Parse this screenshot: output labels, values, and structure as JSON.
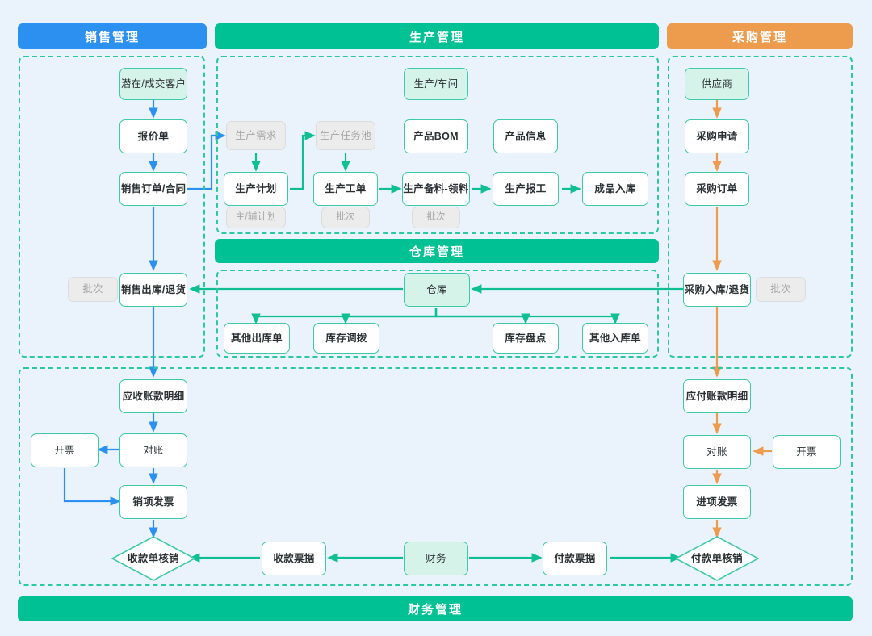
{
  "colors": {
    "sales": "#2b90f0",
    "production": "#00c194",
    "purchase": "#ed9b4d",
    "warehouse": "#00c194",
    "finance": "#00c194",
    "node_border": "#3ec9a7",
    "node_tint": "#d6f3ea",
    "ghost_bg": "#ececec",
    "ghost_text": "#a6a6a6",
    "canvas": "#eaf2fb"
  },
  "lanes": {
    "sales": {
      "title": "销售管理"
    },
    "production": {
      "title": "生产管理"
    },
    "purchase": {
      "title": "采购管理"
    },
    "warehouse": {
      "title": "仓库管理"
    },
    "finance": {
      "title": "财务管理"
    }
  },
  "nodes": {
    "sales": {
      "customer": "潜在/成交客户",
      "quotation": "报价单",
      "sales_order": "销售订单/合同",
      "sales_out": "销售出库/退货",
      "sales_out_batch": "批次",
      "ar_detail": "应收账款明细",
      "recon": "对账",
      "invoice_issue": "开票",
      "output_invoice": "销项发票",
      "receipt_writeoff": "收款单核销"
    },
    "production": {
      "workshop": "生产/车间",
      "prod_demand": "生产需求",
      "task_pool": "生产任务池",
      "product_bom": "产品BOM",
      "product_info": "产品信息",
      "prod_plan": "生产计划",
      "prod_plan_sub": "主/辅计划",
      "work_order": "生产工单",
      "work_order_batch": "批次",
      "material_prep": "生产备料-领料",
      "material_prep_batch": "批次",
      "prod_report": "生产报工",
      "fg_instock": "成品入库"
    },
    "warehouse": {
      "warehouse": "仓库",
      "other_out": "其他出库单",
      "transfer": "库存调拨",
      "stocktake": "库存盘点",
      "other_in": "其他入库单"
    },
    "purchase": {
      "supplier": "供应商",
      "requisition": "采购申请",
      "po": "采购订单",
      "purchase_in": "采购入库/退货",
      "purchase_in_batch": "批次",
      "ap_detail": "应付账款明细",
      "recon": "对账",
      "invoice_issue": "开票",
      "input_invoice": "进项发票",
      "payment_writeoff": "付款单核销"
    },
    "finance": {
      "finance": "财务",
      "receipt_voucher": "收款票据",
      "payment_voucher": "付款票据"
    }
  }
}
